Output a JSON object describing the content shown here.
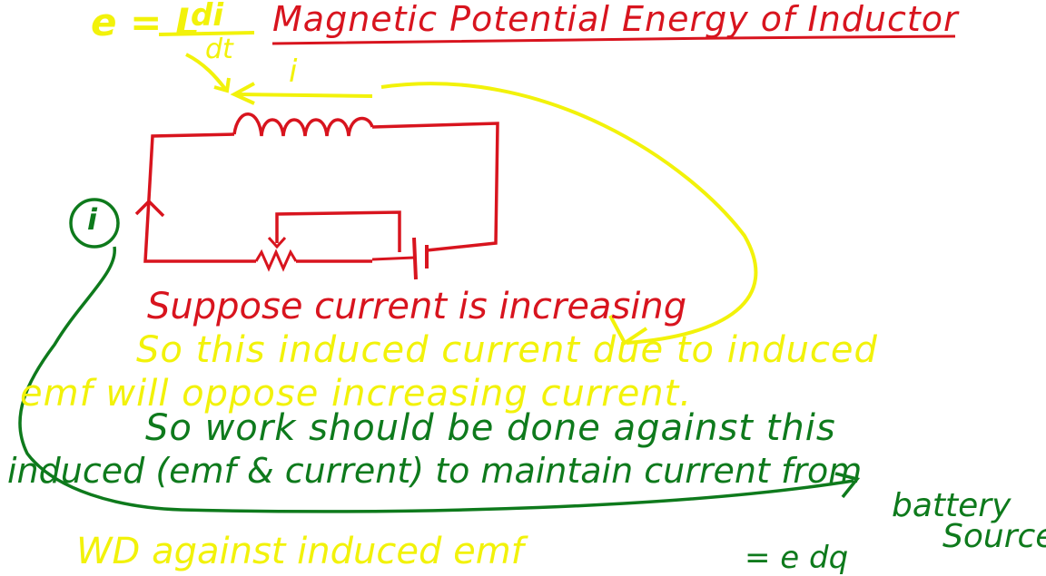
{
  "colors": {
    "background": "#ffffff",
    "red_ink": "#d8141e",
    "yellow_ink": "#f2f20a",
    "green_ink": "#0e7a1c"
  },
  "formula": {
    "lhs": "e = L",
    "numerator": "di",
    "denominator": "dt",
    "current_symbol": "i"
  },
  "title": "Magnetic Potential Energy of Inductor",
  "circuit": {
    "current_label": "i"
  },
  "notes": {
    "line1": "Suppose current is increasing",
    "line2": "So this induced current due to induced",
    "line3": "emf will oppose increasing current.",
    "line4": "So work should be done against this",
    "line5": "induced (emf & current) to maintain current from",
    "line6a": "battery",
    "line6b": "Source",
    "line7": "WD against induced emf",
    "line7_tail": "= e dq"
  }
}
